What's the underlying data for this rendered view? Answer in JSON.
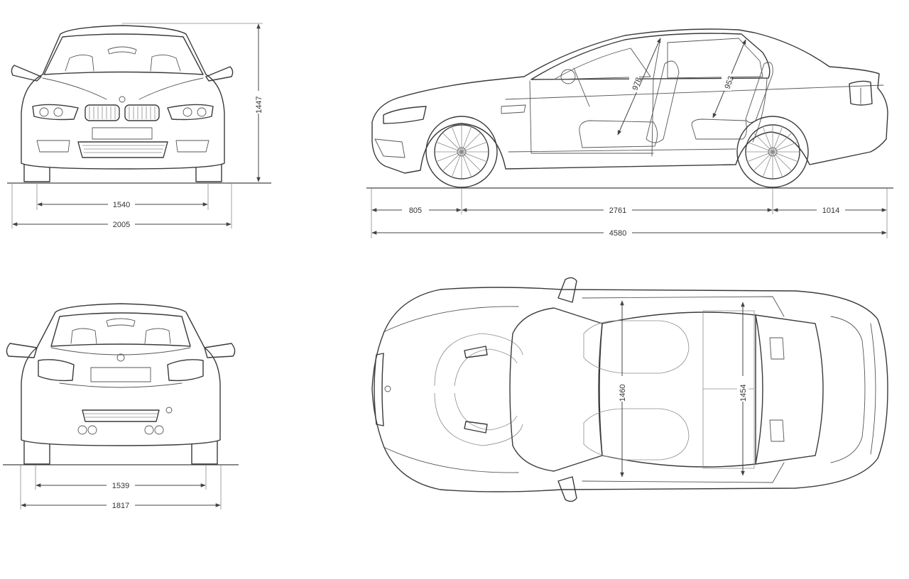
{
  "dimensions": {
    "front_height": "1447",
    "front_track": "1540",
    "front_width": "2005",
    "front_overhang": "805",
    "wheelbase": "2761",
    "rear_overhang": "1014",
    "overall_length": "4580",
    "front_headroom": "978",
    "rear_headroom": "953",
    "rear_track": "1539",
    "body_width": "1817",
    "front_interior_width": "1460",
    "rear_interior_width": "1454"
  }
}
